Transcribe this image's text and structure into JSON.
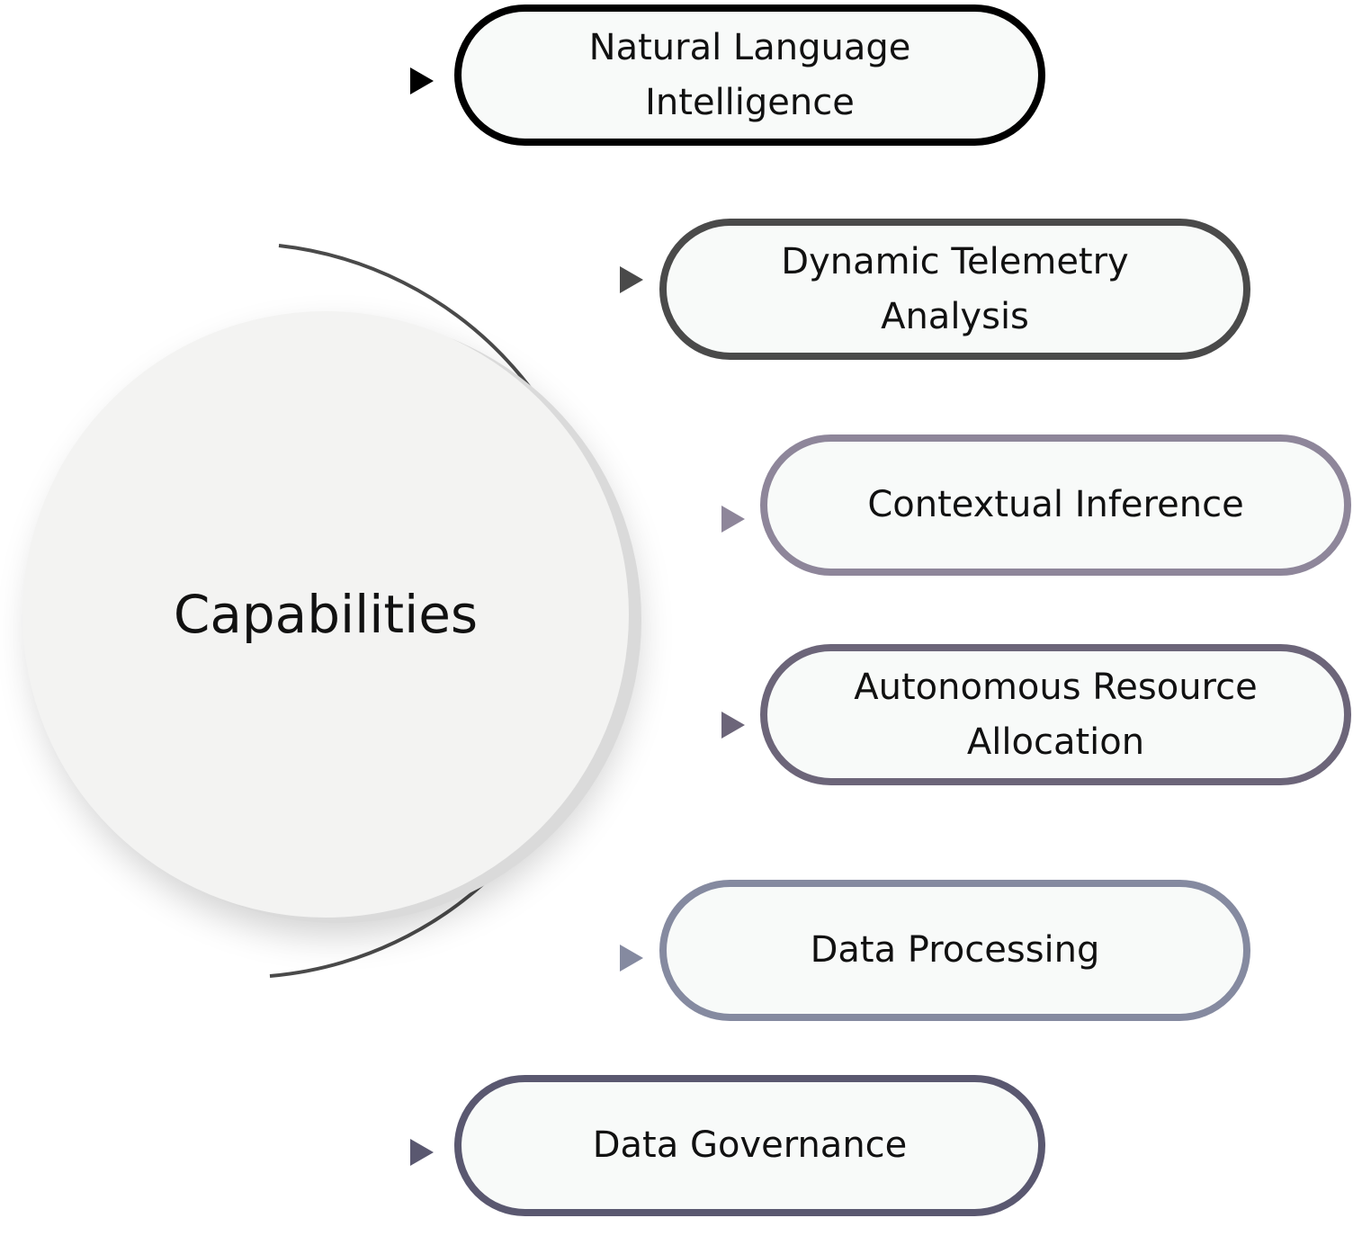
{
  "center": {
    "label": "Capabilities"
  },
  "items": [
    {
      "label": "Natural Language Intelligence",
      "color": "#000000"
    },
    {
      "label": "Dynamic Telemetry Analysis",
      "color": "#4a4a4a"
    },
    {
      "label": "Contextual Inference",
      "color": "#8e869a"
    },
    {
      "label": "Autonomous Resource Allocation",
      "color": "#6c6579"
    },
    {
      "label": "Data Processing",
      "color": "#858aa0"
    },
    {
      "label": "Data Governance",
      "color": "#5a5870"
    }
  ]
}
